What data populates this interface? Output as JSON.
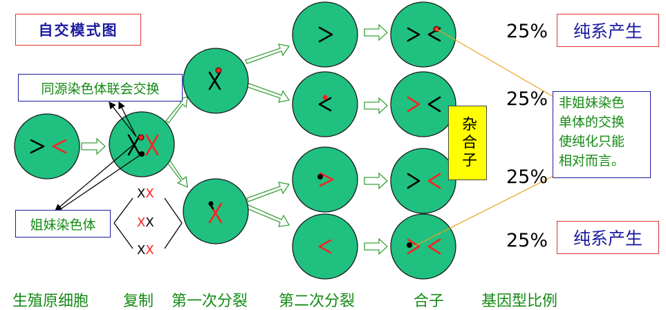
{
  "title": "自交模式图",
  "labels": {
    "synapsis_exchange": "同源染色体联会交换",
    "sister_chromatid": "姐妹染色体",
    "heterozygote": "杂合子",
    "note": "非姐妹染色\n单体的交换\n使纯化只能\n相对而言。"
  },
  "percentages": [
    "25%",
    "25%",
    "25%",
    "25%"
  ],
  "results": {
    "pure_top": "纯系产生",
    "pure_bottom": "纯系产生"
  },
  "stages": [
    "生殖原细胞",
    "复制",
    "第一次分裂",
    "第二次分裂",
    "合子",
    "基因型比例"
  ],
  "combos": [
    "XX",
    "XX",
    "XX"
  ],
  "colors": {
    "cell_fill": "#20c080",
    "cell_stroke": "#1a1a1a",
    "red": "#ff2020",
    "black": "#000000",
    "green_text": "#138a13",
    "blue": "#1a1aa0",
    "connector": "#f0a020"
  }
}
